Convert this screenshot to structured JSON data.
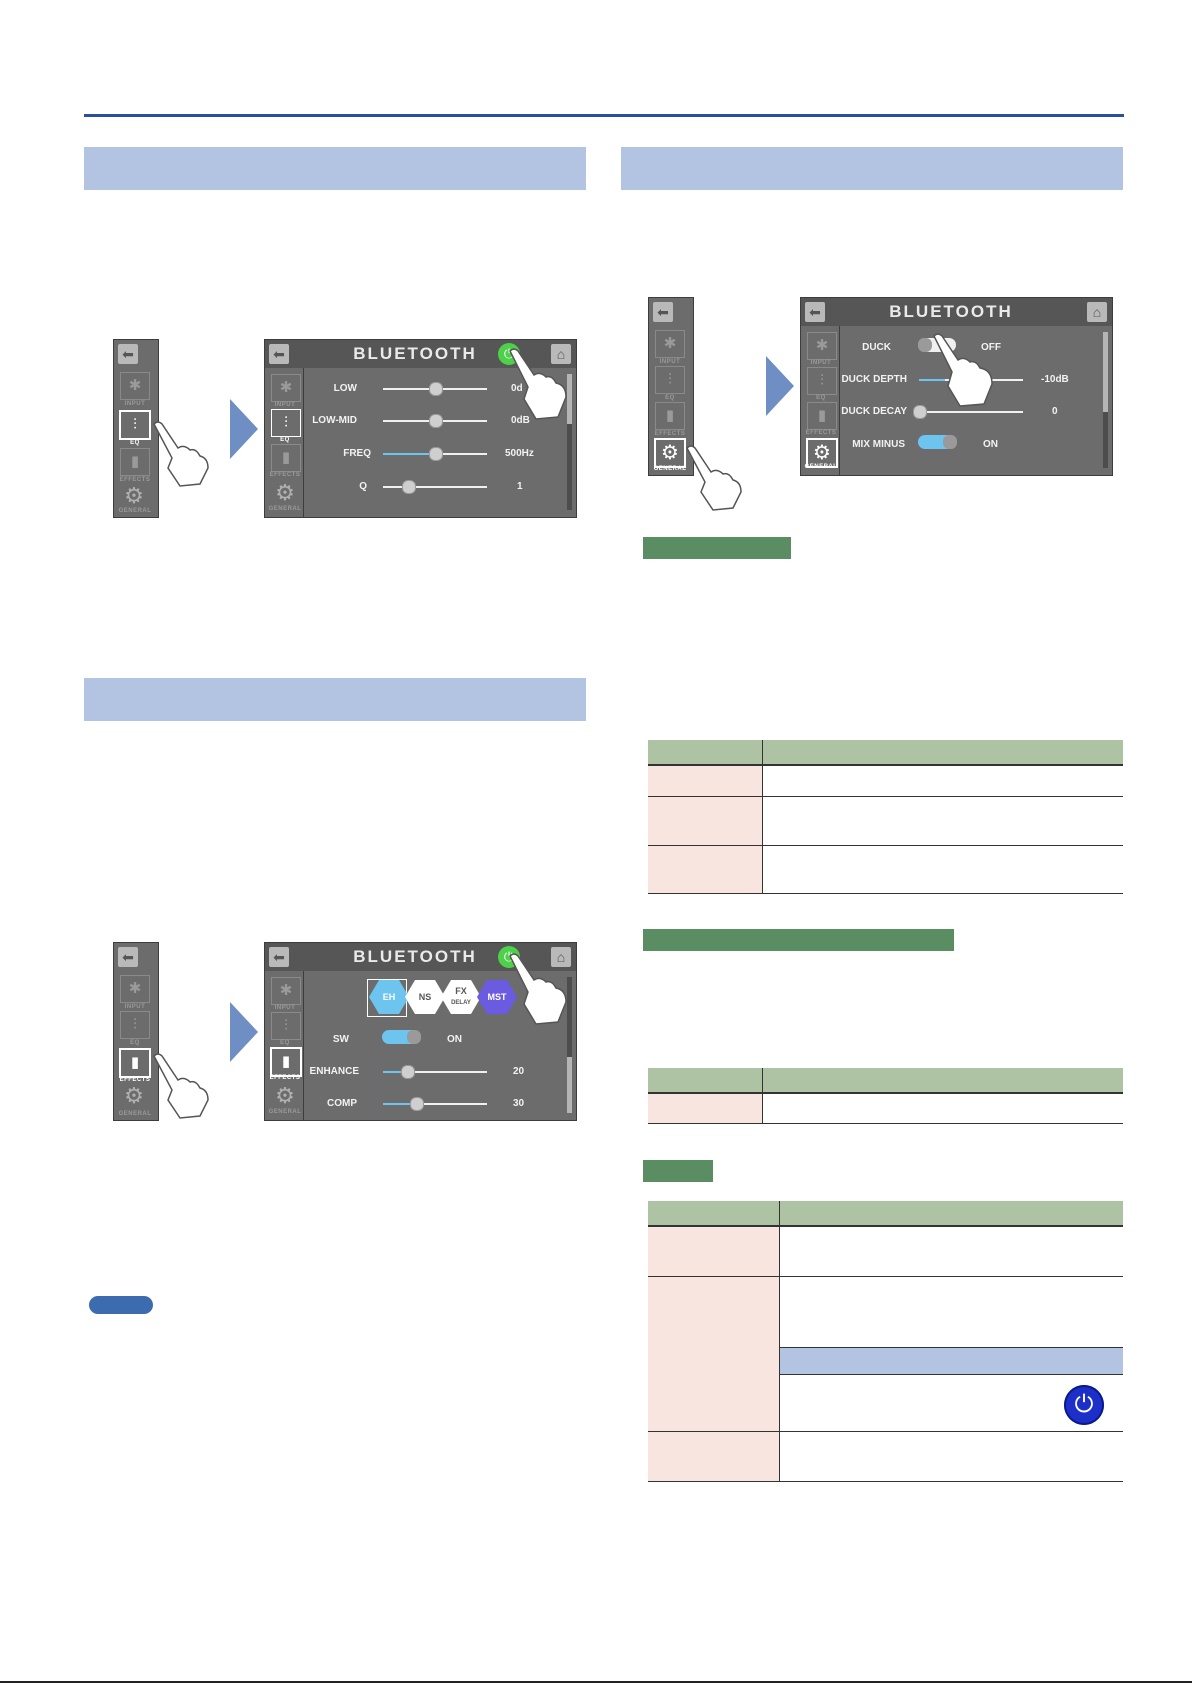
{
  "screen_title": "BLUETOOTH",
  "icons": {
    "back": "arrow-left-icon",
    "home": "home-icon",
    "power": "power-icon",
    "bluetooth": "bluetooth-icon",
    "eq": "equalizer-sliders-icon",
    "effects": "bar-graph-icon",
    "general": "gear-icon",
    "hand": "pointing-hand-icon"
  },
  "tabs": {
    "input": "INPUT",
    "eq": "EQ",
    "effects": "EFFECTS",
    "general": "GENERAL"
  },
  "eq_screen": {
    "params": [
      {
        "label": "LOW",
        "value": "0d",
        "level": 0.5
      },
      {
        "label": "LOW-MID",
        "value": "0dB",
        "level": 0.5
      },
      {
        "label": "FREQ",
        "value": "500Hz",
        "level": 0.5
      },
      {
        "label": "Q",
        "value": "1",
        "level": 0.24
      }
    ]
  },
  "effects_screen": {
    "tabs": [
      {
        "label": "EH",
        "color": "#6cc4ef"
      },
      {
        "label": "NS",
        "color": "#ffffff"
      },
      {
        "label": "FX",
        "sub": "DELAY",
        "color": "#ffffff"
      },
      {
        "label": "MST",
        "color": "#6b5be0"
      }
    ],
    "sw_label": "SW",
    "sw_value": "ON",
    "params": [
      {
        "label": "ENHANCE",
        "value": "20",
        "level": 0.23
      },
      {
        "label": "COMP",
        "value": "30",
        "level": 0.32
      }
    ]
  },
  "general_screen": {
    "duck_label": "DUCK",
    "duck_value": "OFF",
    "duck_depth_label": "DUCK DEPTH",
    "duck_depth_value": "-10dB",
    "duck_decay_label": "DUCK DECAY",
    "duck_decay_value": "0",
    "mix_minus_label": "MIX MINUS",
    "mix_minus_value": "ON"
  },
  "colors": {
    "accent_blue": "#2a4fa0",
    "section_bar": "#b3c3e2",
    "green_bar": "#5a8d62",
    "table_header": "#adc3a3",
    "table_label_cell": "#f8e5df",
    "power_green": "#4ed14a",
    "power_blue": "#1c2fc9"
  }
}
